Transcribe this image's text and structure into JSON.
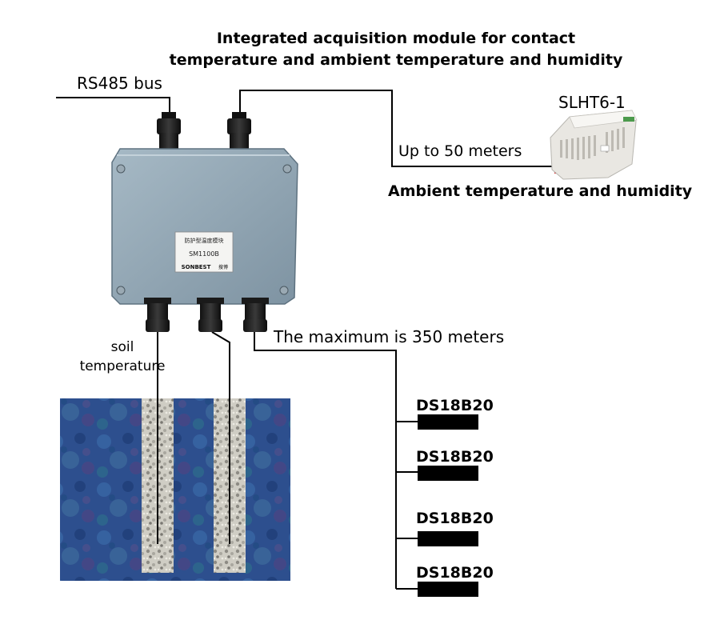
{
  "title": {
    "line1": "Integrated acquisition module for contact",
    "line2": "temperature and ambient temperature and humidity"
  },
  "bus_label": "RS485 bus",
  "module": {
    "model": "SM1100B",
    "brand": "SONBEST",
    "chinese_label": "防护型温度模块",
    "brand_cn": "搜博"
  },
  "ambient_sensor": {
    "model": "SLHT6-1",
    "distance": "Up to 50 meters",
    "description": "Ambient temperature and humidity"
  },
  "max_distance": "The maximum is 350 meters",
  "soil_label": "soil temperature",
  "probes": [
    {
      "label": "DS18B20"
    },
    {
      "label": "DS18B20"
    },
    {
      "label": "DS18B20"
    },
    {
      "label": "DS18B20"
    }
  ],
  "colors": {
    "box": "#8fa5b3",
    "soil_blue": "#2d4f8e",
    "cable": "#000000"
  }
}
